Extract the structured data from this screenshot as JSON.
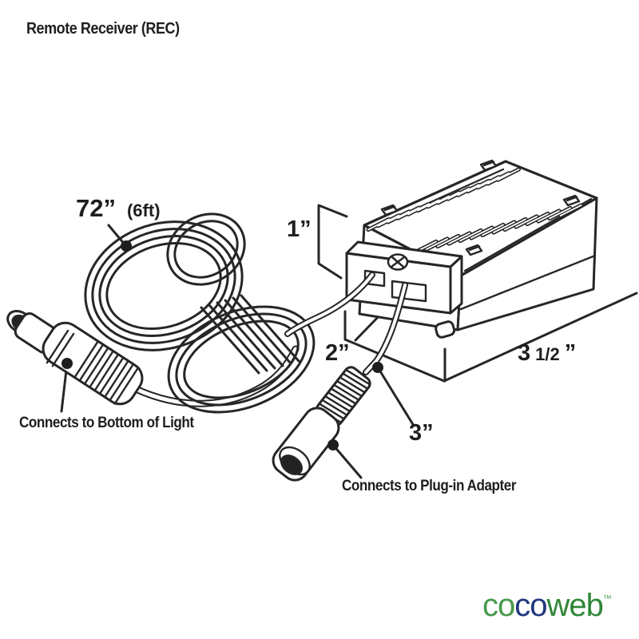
{
  "title": "Remote Receiver (REC)",
  "dimensions": {
    "cable_length": "72”",
    "cable_length_alt": "(6ft)",
    "box_height": "1”",
    "box_depth": "2”",
    "box_length_whole": "3",
    "box_length_fraction": "1/2",
    "box_length_unit": "”",
    "cord_length": "3”"
  },
  "callouts": {
    "bottom_light": "Connects to Bottom of Light",
    "plugin_adapter": "Connects to Plug-in Adapter"
  },
  "logo": {
    "part1": "co",
    "part2": "co",
    "part3": "web",
    "tm": "™",
    "colors": {
      "part1": "#46994a",
      "part2": "#20367d",
      "part3": "#318738",
      "tm": "#46994a"
    }
  },
  "diagram": {
    "line_color": "#262626",
    "background": "#ffffff"
  }
}
